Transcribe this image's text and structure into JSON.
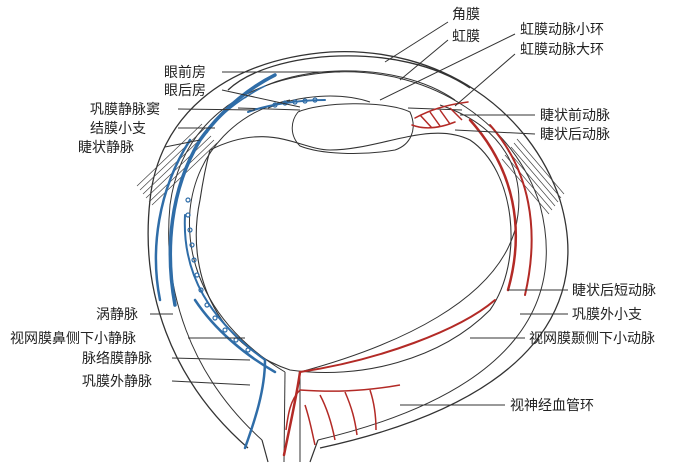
{
  "labels": {
    "cornea": "角膜",
    "iris": "虹膜",
    "minor_circle": "虹膜动脉小环",
    "major_circle": "虹膜动脉大环",
    "anterior_chamber": "眼前房",
    "posterior_chamber": "眼后房",
    "scleral_sinus": "巩膜静脉窦",
    "conjunctival_branch": "结膜小支",
    "ciliary_vein": "睫状静脉",
    "anterior_ciliary_artery": "睫状前动脉",
    "posterior_ciliary_artery": "睫状后动脉",
    "short_posterior_ciliary": "睫状后短动脉",
    "episcleral_branch": "巩膜外小支",
    "temporal_inferior_arteriole": "视网膜颞侧下小动脉",
    "vortex_vein": "涡静脉",
    "nasal_inferior_venule": "视网膜鼻侧下小静脉",
    "choroidal_vein": "脉络膜静脉",
    "episcleral_vein": "巩膜外静脉",
    "optic_vascular_circle": "视神经血管环"
  },
  "colors": {
    "vein": "#2f6da8",
    "artery": "#b32a26",
    "outline": "#333333"
  }
}
